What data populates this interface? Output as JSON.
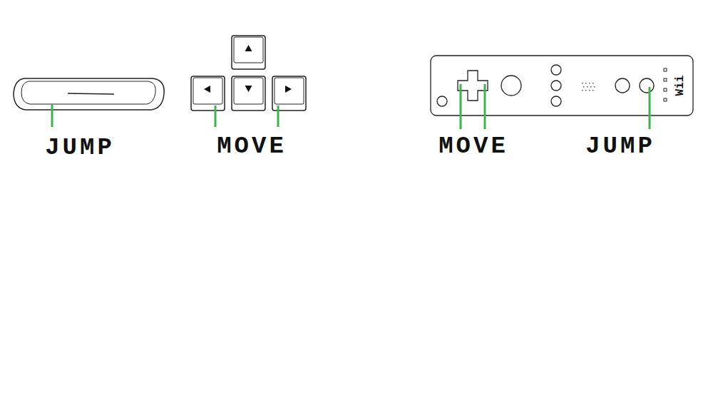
{
  "diagram": {
    "labels": [
      "JUMP",
      "MOVE",
      "MOVE",
      "JUMP",
      "Wii"
    ]
  }
}
